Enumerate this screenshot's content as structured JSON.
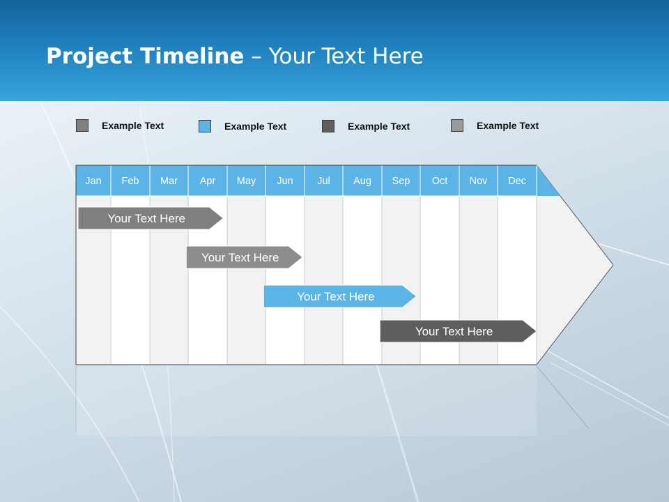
{
  "title": {
    "bold": "Project Timeline",
    "rest": " – Your Text Here"
  },
  "legend": [
    {
      "label": "Example Text",
      "color": "#7f7f7f"
    },
    {
      "label": "Example Text",
      "color": "#5ab4e6"
    },
    {
      "label": "Example Text",
      "color": "#5e5e5e"
    },
    {
      "label": "Example Text",
      "color": "#9a9a9a"
    }
  ],
  "timeline": {
    "months": [
      "Jan",
      "Feb",
      "Mar",
      "Apr",
      "May",
      "Jun",
      "Jul",
      "Aug",
      "Sep",
      "Oct",
      "Nov",
      "Dec"
    ],
    "tasks": [
      {
        "label": "Your  Text Here",
        "start": 0,
        "end": 3.9,
        "color": "#7f7f7f"
      },
      {
        "label": "Your  Text Here",
        "start": 2.95,
        "end": 5.95,
        "color": "#8c8c8c"
      },
      {
        "label": "Your  Text Here",
        "start": 4.95,
        "end": 8.9,
        "color": "#5ab4e6"
      },
      {
        "label": "Your  Text Here",
        "start": 7.95,
        "end": 12,
        "color": "#5e5e5e"
      }
    ]
  },
  "colors": {
    "header_top": "#15639a",
    "header_bottom": "#36a5de",
    "month_bar": "#5ab4e6",
    "column_even": "#f2f2f2",
    "column_odd": "#ffffff"
  }
}
